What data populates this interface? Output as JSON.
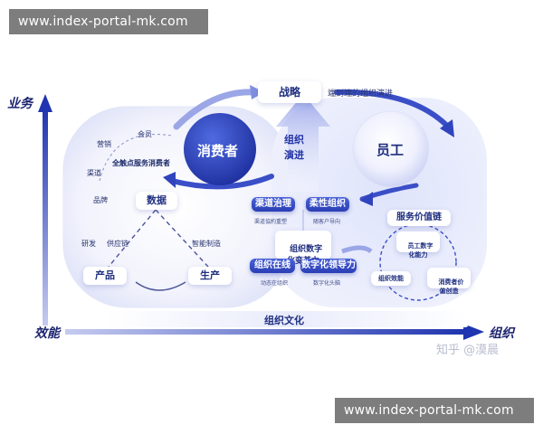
{
  "watermark_top": "www.index-portal-mk.com",
  "watermark_bottom": "www.index-portal-mk.com",
  "axes": {
    "y_label": "业务",
    "x_start_label": "效能",
    "x_end_label": "组织"
  },
  "strategy": {
    "label": "战略",
    "note": "端到端的组织演进"
  },
  "consumer": "消费者",
  "employee": "员工",
  "left_ring": {
    "member": "会员",
    "marketing": "营销",
    "channel": "渠道",
    "brand": "品牌",
    "touchpoint": "全触点服务消费者"
  },
  "data_node": "数据",
  "triangle": {
    "rd": "研发",
    "supply": "供应链",
    "smart_mfg": "智能制造",
    "product": "产品",
    "production": "生产"
  },
  "org_evolution": "组织\n演进",
  "center_grid": {
    "channel_gov": "渠道治理",
    "channel_gov_sub": "渠道協約重塑",
    "flex_org": "柔性组织",
    "flex_org_sub": "随客户导向",
    "core": "组织数字\n化变革力",
    "org_online": "组织在线",
    "org_online_sub": "动态在组织",
    "digital_lead": "数字化领导力",
    "digital_lead_sub": "数字化头脑"
  },
  "service_chain": {
    "title": "服务价值链",
    "top": "员工数字\n化能力",
    "left": "组织效能",
    "right": "消费者价\n值创造"
  },
  "culture": "组织文化",
  "credit": "知乎 @漠晨",
  "colors": {
    "navy": "#1f2f80",
    "blue": "#2a3eb4",
    "light": "#e6e9fb"
  }
}
